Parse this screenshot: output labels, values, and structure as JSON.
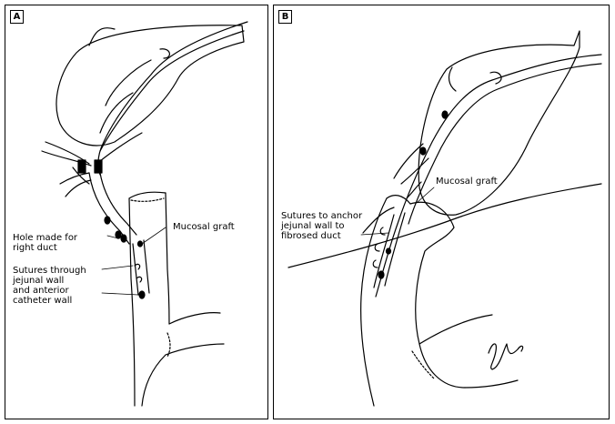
{
  "panels": [
    {
      "tag": "A",
      "labels": {
        "hole": [
          "Hole made for",
          "right duct"
        ],
        "mucosal": [
          "Mucosal graft"
        ],
        "sutures": [
          "Sutures through",
          "jejunal wall",
          "and anterior",
          "catheter wall"
        ]
      }
    },
    {
      "tag": "B",
      "labels": {
        "anchor": [
          "Sutures to anchor",
          "jejunal wall to",
          "fibrosed duct"
        ],
        "mucosal": [
          "Mucosal graft"
        ]
      }
    }
  ]
}
